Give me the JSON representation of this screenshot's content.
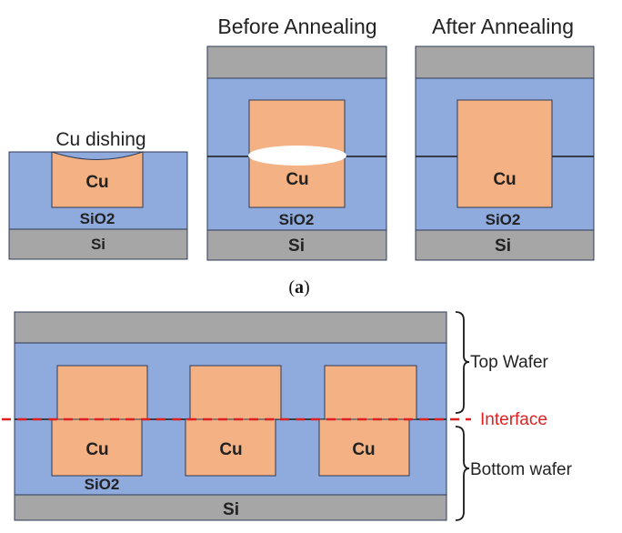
{
  "panel_a": {
    "caption_open": "(",
    "caption_letter": "a",
    "caption_close": ")",
    "dishing": {
      "title": "Cu dishing",
      "cu": "Cu",
      "oxide": "SiO2",
      "substrate": "Si"
    },
    "before": {
      "title": "Before Annealing",
      "cu": "Cu",
      "oxide": "SiO2",
      "substrate": "Si"
    },
    "after": {
      "title": "After Annealing",
      "cu": "Cu",
      "oxide": "SiO2",
      "substrate": "Si"
    }
  },
  "panel_b": {
    "pads": [
      "Cu",
      "Cu",
      "Cu"
    ],
    "oxide": "SiO2",
    "substrate": "Si",
    "top_wafer": "Top Wafer",
    "interface": "Interface",
    "bottom_wafer": "Bottom wafer"
  },
  "colors": {
    "silicon": "#a6a6a6",
    "oxide": "#8faadc",
    "copper": "#f4b183",
    "interface": "#e02020",
    "outline": "#2e3a56"
  }
}
